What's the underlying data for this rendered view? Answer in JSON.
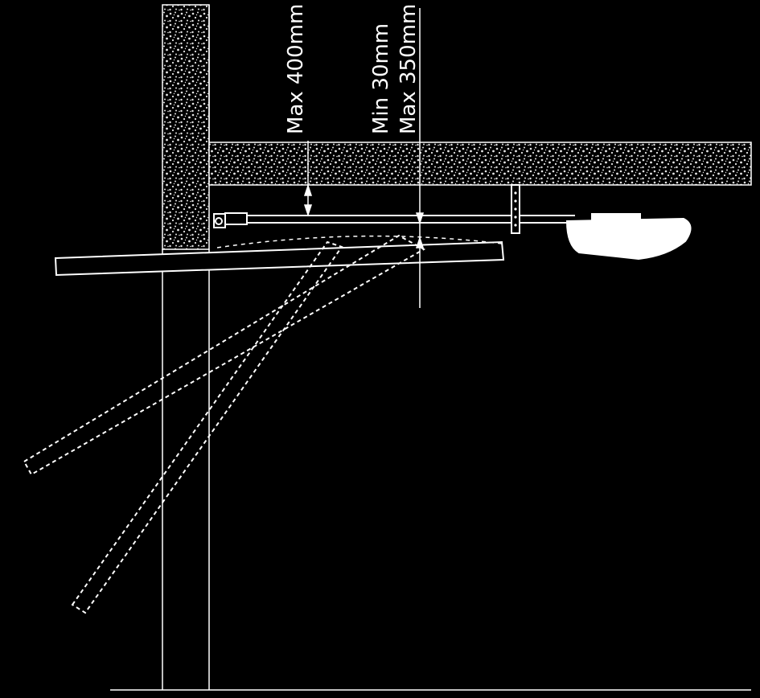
{
  "labels": {
    "max_ceiling_gap": "Max 400mm",
    "min_door_gap": "Min 30mm",
    "max_door_gap": "Max 350mm"
  },
  "colors": {
    "background": "#000000",
    "line": "#ffffff",
    "masonry": "#e6e6e6"
  }
}
